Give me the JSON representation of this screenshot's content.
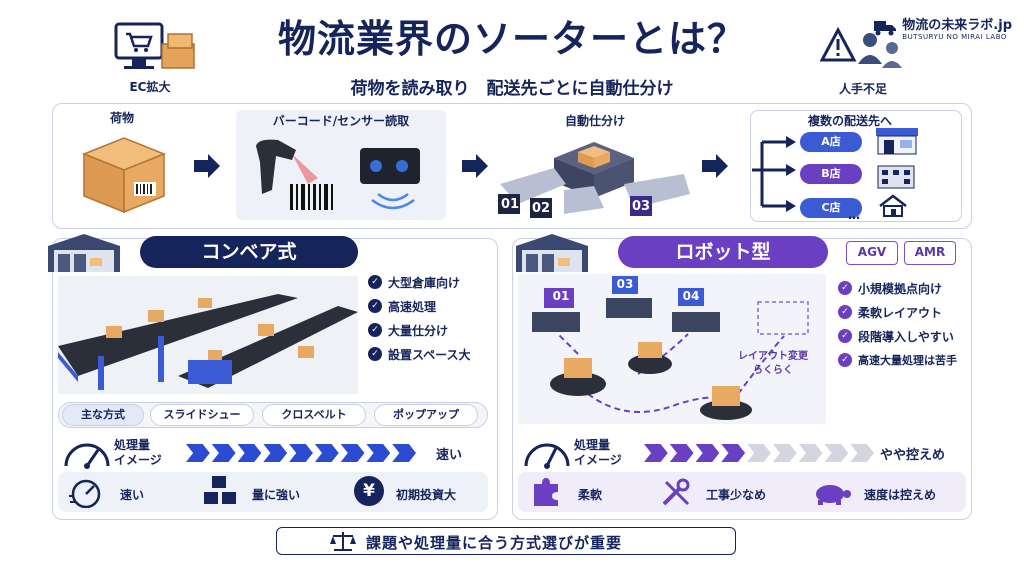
{
  "title": "物流業界のソーターとは？",
  "subtitle": "荷物を読み取り　配送先ごとに自動仕分け",
  "brand": {
    "name": "物流の未来ラボ.jp",
    "sub": "BUTSURYU NO MIRAI LABO"
  },
  "top_left_label": "EC拡大",
  "top_right_label": "人手不足",
  "flow": {
    "step1": "荷物",
    "step2": "バーコード/センサー読取",
    "step3": "自動仕分け",
    "step4": "複数の配送先へ",
    "chutes": [
      "01",
      "02",
      "03"
    ],
    "stores": [
      "A店",
      "B店",
      "C店"
    ],
    "more": "…"
  },
  "conveyor": {
    "title": "コンベア式",
    "checks": [
      "大型倉庫向け",
      "高速処理",
      "大量仕分け",
      "設置スペース大"
    ],
    "methods_label": "主な方式",
    "methods": [
      "スライドシュー",
      "クロスベルト",
      "ポップアップ"
    ],
    "throughput_label": "処理量\nイメージ",
    "throughput_label_1": "処理量",
    "throughput_label_2": "イメージ",
    "throughput_value": "速い",
    "throughput_level": 1.0,
    "features": [
      "速い",
      "量に強い",
      "初期投資大"
    ]
  },
  "robot": {
    "title": "ロボット型",
    "tags": [
      "AGV",
      "AMR"
    ],
    "checks": [
      "小規模拠点向け",
      "柔軟レイアウト",
      "段階導入しやすい",
      "高速大量処理は苦手"
    ],
    "stations": [
      "01",
      "03",
      "04"
    ],
    "layout_note_1": "レイアウト変更",
    "layout_note_2": "らくらく",
    "throughput_label_1": "処理量",
    "throughput_label_2": "イメージ",
    "throughput_value": "やや控えめ",
    "throughput_level": 0.4,
    "features": [
      "柔軟",
      "工事少なめ",
      "速度は控えめ"
    ]
  },
  "footer": "課題や処理量に合う方式選びが重要",
  "colors": {
    "navy": "#15245a",
    "blue": "#2b4cd0",
    "purple": "#6a3fc2"
  }
}
